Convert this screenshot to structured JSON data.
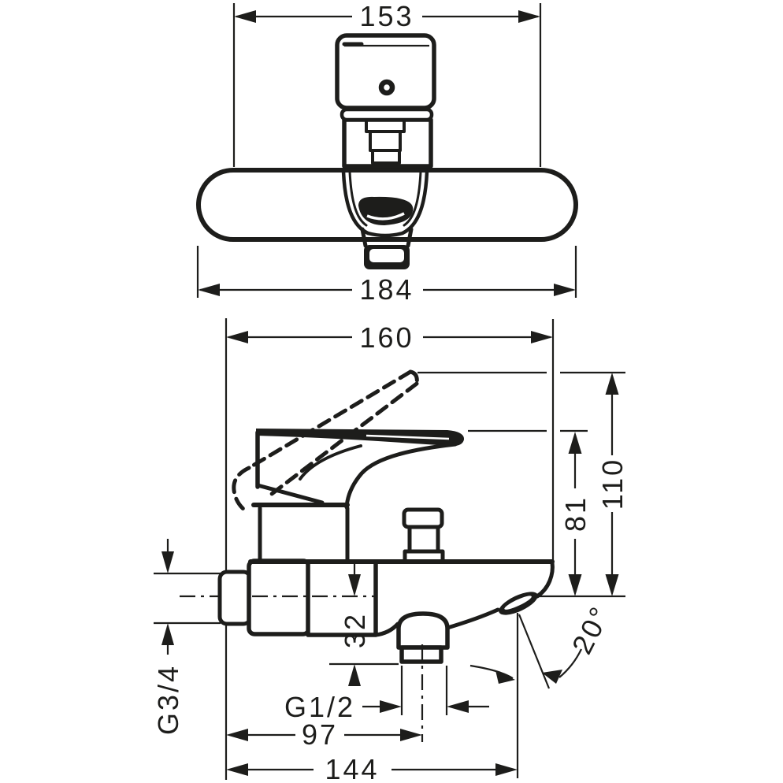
{
  "page": {
    "background": "#ffffff",
    "line_color": "#1d1d1b",
    "kind": "technical dimension drawing of wall-mounted single-lever bath mixer, front view and side view"
  },
  "drawing": {
    "front_view": {
      "plate_width": "153",
      "body_width": "184"
    },
    "side_view": {
      "depth": "160",
      "height_open": "110",
      "height_closed": "81",
      "outlet_offset": "32",
      "outlet_thread": "G1/2",
      "spout_center": "97",
      "bottom_depth": "144",
      "inlet_thread": "G3/4",
      "spout_angle": "20°"
    }
  }
}
